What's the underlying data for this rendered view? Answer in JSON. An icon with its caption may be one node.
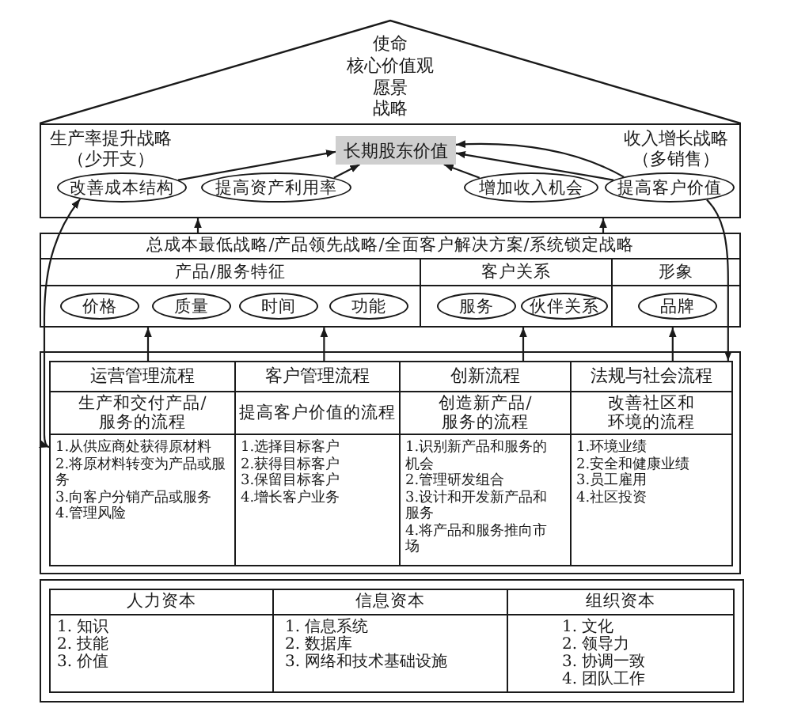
{
  "diagram": {
    "nodes": [
      {
        "text": [
          "使命",
          "核心价值观",
          "愿景",
          "战略"
        ]
      },
      {
        "text": [
          "生产率提升战略（少开支）",
          "收入增长战略（多销售）"
        ]
      },
      {
        "text": [
          "长期股东价值"
        ],
        "in": 1
      },
      {
        "text": [
          "改善成本结构"
        ],
        "in": 1
      },
      {
        "text": [
          "提高资产利用率"
        ],
        "in": 1
      },
      {
        "text": [
          "增加收入机会"
        ],
        "in": 1
      },
      {
        "text": [
          "提高客户价值"
        ],
        "in": 1
      },
      {
        "text": [
          "总成本最低战略/产品领先战略/全面客户解决方案/系统锁定战略"
        ]
      },
      {
        "text": [
          "产品/服务特征"
        ],
        "in": 7
      },
      {
        "text": [
          "价格"
        ],
        "in": 8
      },
      {
        "text": [
          "质量"
        ],
        "in": 8
      },
      {
        "text": [
          "时间"
        ],
        "in": 8
      },
      {
        "text": [
          "功能"
        ],
        "in": 8
      },
      {
        "text": [
          "客户关系"
        ],
        "in": 7
      },
      {
        "text": [
          "服务"
        ],
        "in": 13
      },
      {
        "text": [
          "伙伴关系"
        ],
        "in": 13
      },
      {
        "text": [
          "形象"
        ],
        "in": 7
      },
      {
        "text": [
          "品牌"
        ],
        "in": 16
      },
      {
        "text": [],
        "shape": "box"
      },
      {
        "text": [
          "运营管理流程",
          "生产和交付产品/服务的流程",
          "1.从供应商处获得原材料",
          "2.将原材料转变为产品或服务",
          "3.向客户分销产品或服务",
          "4.管理风险"
        ],
        "in": 18
      },
      {
        "text": [
          "客户管理流程",
          "提高客户价值的流程",
          "1.选择目标客户",
          "2.获得目标客户",
          "3.保留目标客户",
          "4.增长客户业务"
        ],
        "in": 18
      },
      {
        "text": [
          "创新流程",
          "创造新产品/服务的流程",
          "1.识别新产品和服务的机会",
          "2.管理研发组合",
          "3.设计和开发新产品和服务",
          "4.将产品和服务推向市场"
        ],
        "in": 18
      },
      {
        "text": [
          "法规与社会流程",
          "改善社区和环境的流程",
          "1.环境业绩",
          "2.安全和健康业绩",
          "3.员工雇用",
          "4.社区投资"
        ],
        "in": 18
      },
      {
        "text": [],
        "shape": "box"
      },
      {
        "text": [
          "人力资本",
          "1. 知识",
          "2. 技能",
          "3. 价值"
        ],
        "in": 23
      },
      {
        "text": [
          "信息资本",
          "1. 信息系统",
          "2. 数据库",
          "3. 网络和技术基础设施"
        ],
        "in": 23
      },
      {
        "text": [
          "组织资本",
          "1. 文化",
          "2. 领导力",
          "3. 协调一致",
          "4. 团队工作"
        ],
        "in": 23
      }
    ],
    "edges": [
      {
        "from": 3,
        "to": 2,
        "arrow": "to"
      },
      {
        "from": 4,
        "to": 2,
        "arrow": "to"
      },
      {
        "from": 5,
        "to": 2,
        "arrow": "to"
      },
      {
        "from": 6,
        "to": 2,
        "arrow": "to"
      },
      {
        "from": 6,
        "to": 2,
        "arrow": "to"
      },
      {
        "from": 7,
        "to": 1,
        "arrow": "to"
      },
      {
        "from": 7,
        "to": 1,
        "arrow": "to"
      },
      {
        "from": 19,
        "to": 7,
        "arrow": "to"
      },
      {
        "from": 20,
        "to": 7,
        "arrow": "to"
      },
      {
        "from": 21,
        "to": 7,
        "arrow": "to"
      },
      {
        "from": 22,
        "to": 7,
        "arrow": "to"
      },
      {
        "from": 3,
        "to": 19,
        "arrow": "both"
      },
      {
        "from": 6,
        "to": 22,
        "arrow": "to"
      }
    ]
  }
}
